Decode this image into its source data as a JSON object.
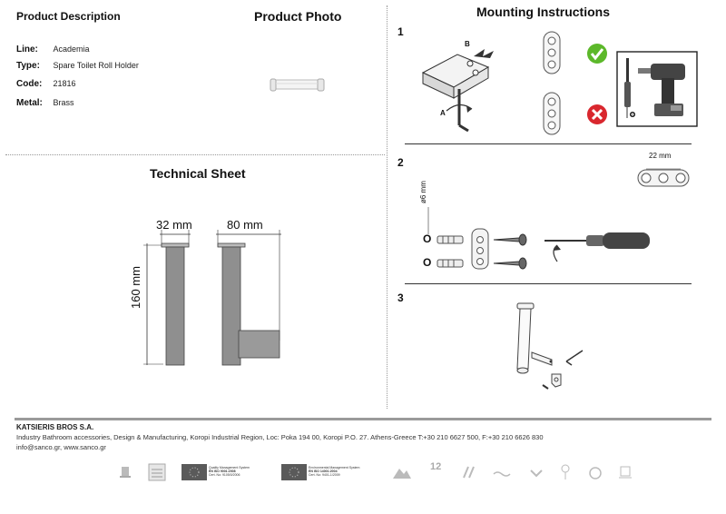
{
  "description": {
    "title": "Product Description",
    "fields": [
      {
        "label": "Line:",
        "value": "Academia"
      },
      {
        "label": "Type:",
        "value": "Spare Toilet Roll Holder"
      },
      {
        "label": "Code:",
        "value": "21816"
      },
      {
        "label": "Metal:",
        "value": "Brass"
      }
    ]
  },
  "photo": {
    "title": "Product Photo"
  },
  "technical": {
    "title": "Technical Sheet",
    "dims": {
      "width_front": "32 mm",
      "depth_side": "80 mm",
      "height": "160 mm"
    }
  },
  "mounting": {
    "title": "Mounting Instructions",
    "steps": [
      "1",
      "2",
      "3"
    ],
    "step1_labels": {
      "a": "A",
      "b": "B"
    },
    "step2_labels": {
      "spacing": "22 mm",
      "drill": "ø6 mm",
      "ring1": "O",
      "ring2": "O"
    }
  },
  "footer": {
    "company": "KATSIERIS BROS S.A.",
    "address": "Industry Bathroom accessories, Design & Manufacturing, Koropi Industrial Region, Loc: Poka 194 00, Koropi P.O. 27. Athens-Greece   T:+30 210 6627 500, F:+30 210 6626 830",
    "web": "info@sanco.gr, www.sanco.gr",
    "cert1": [
      "Quality Management System",
      "EN ISO 9001:2008",
      "Cert. No: 9105/0/2006"
    ],
    "cert2": [
      "Environmental Management System",
      "EN ISO 14001:2004",
      "Cert. No: 9401-1/2009"
    ],
    "badge_12": "12"
  },
  "colors": {
    "ok": "#5cb82a",
    "bad": "#d9272e",
    "metal": "#8a8a8a",
    "footer_bar": "#9a9a9a"
  }
}
